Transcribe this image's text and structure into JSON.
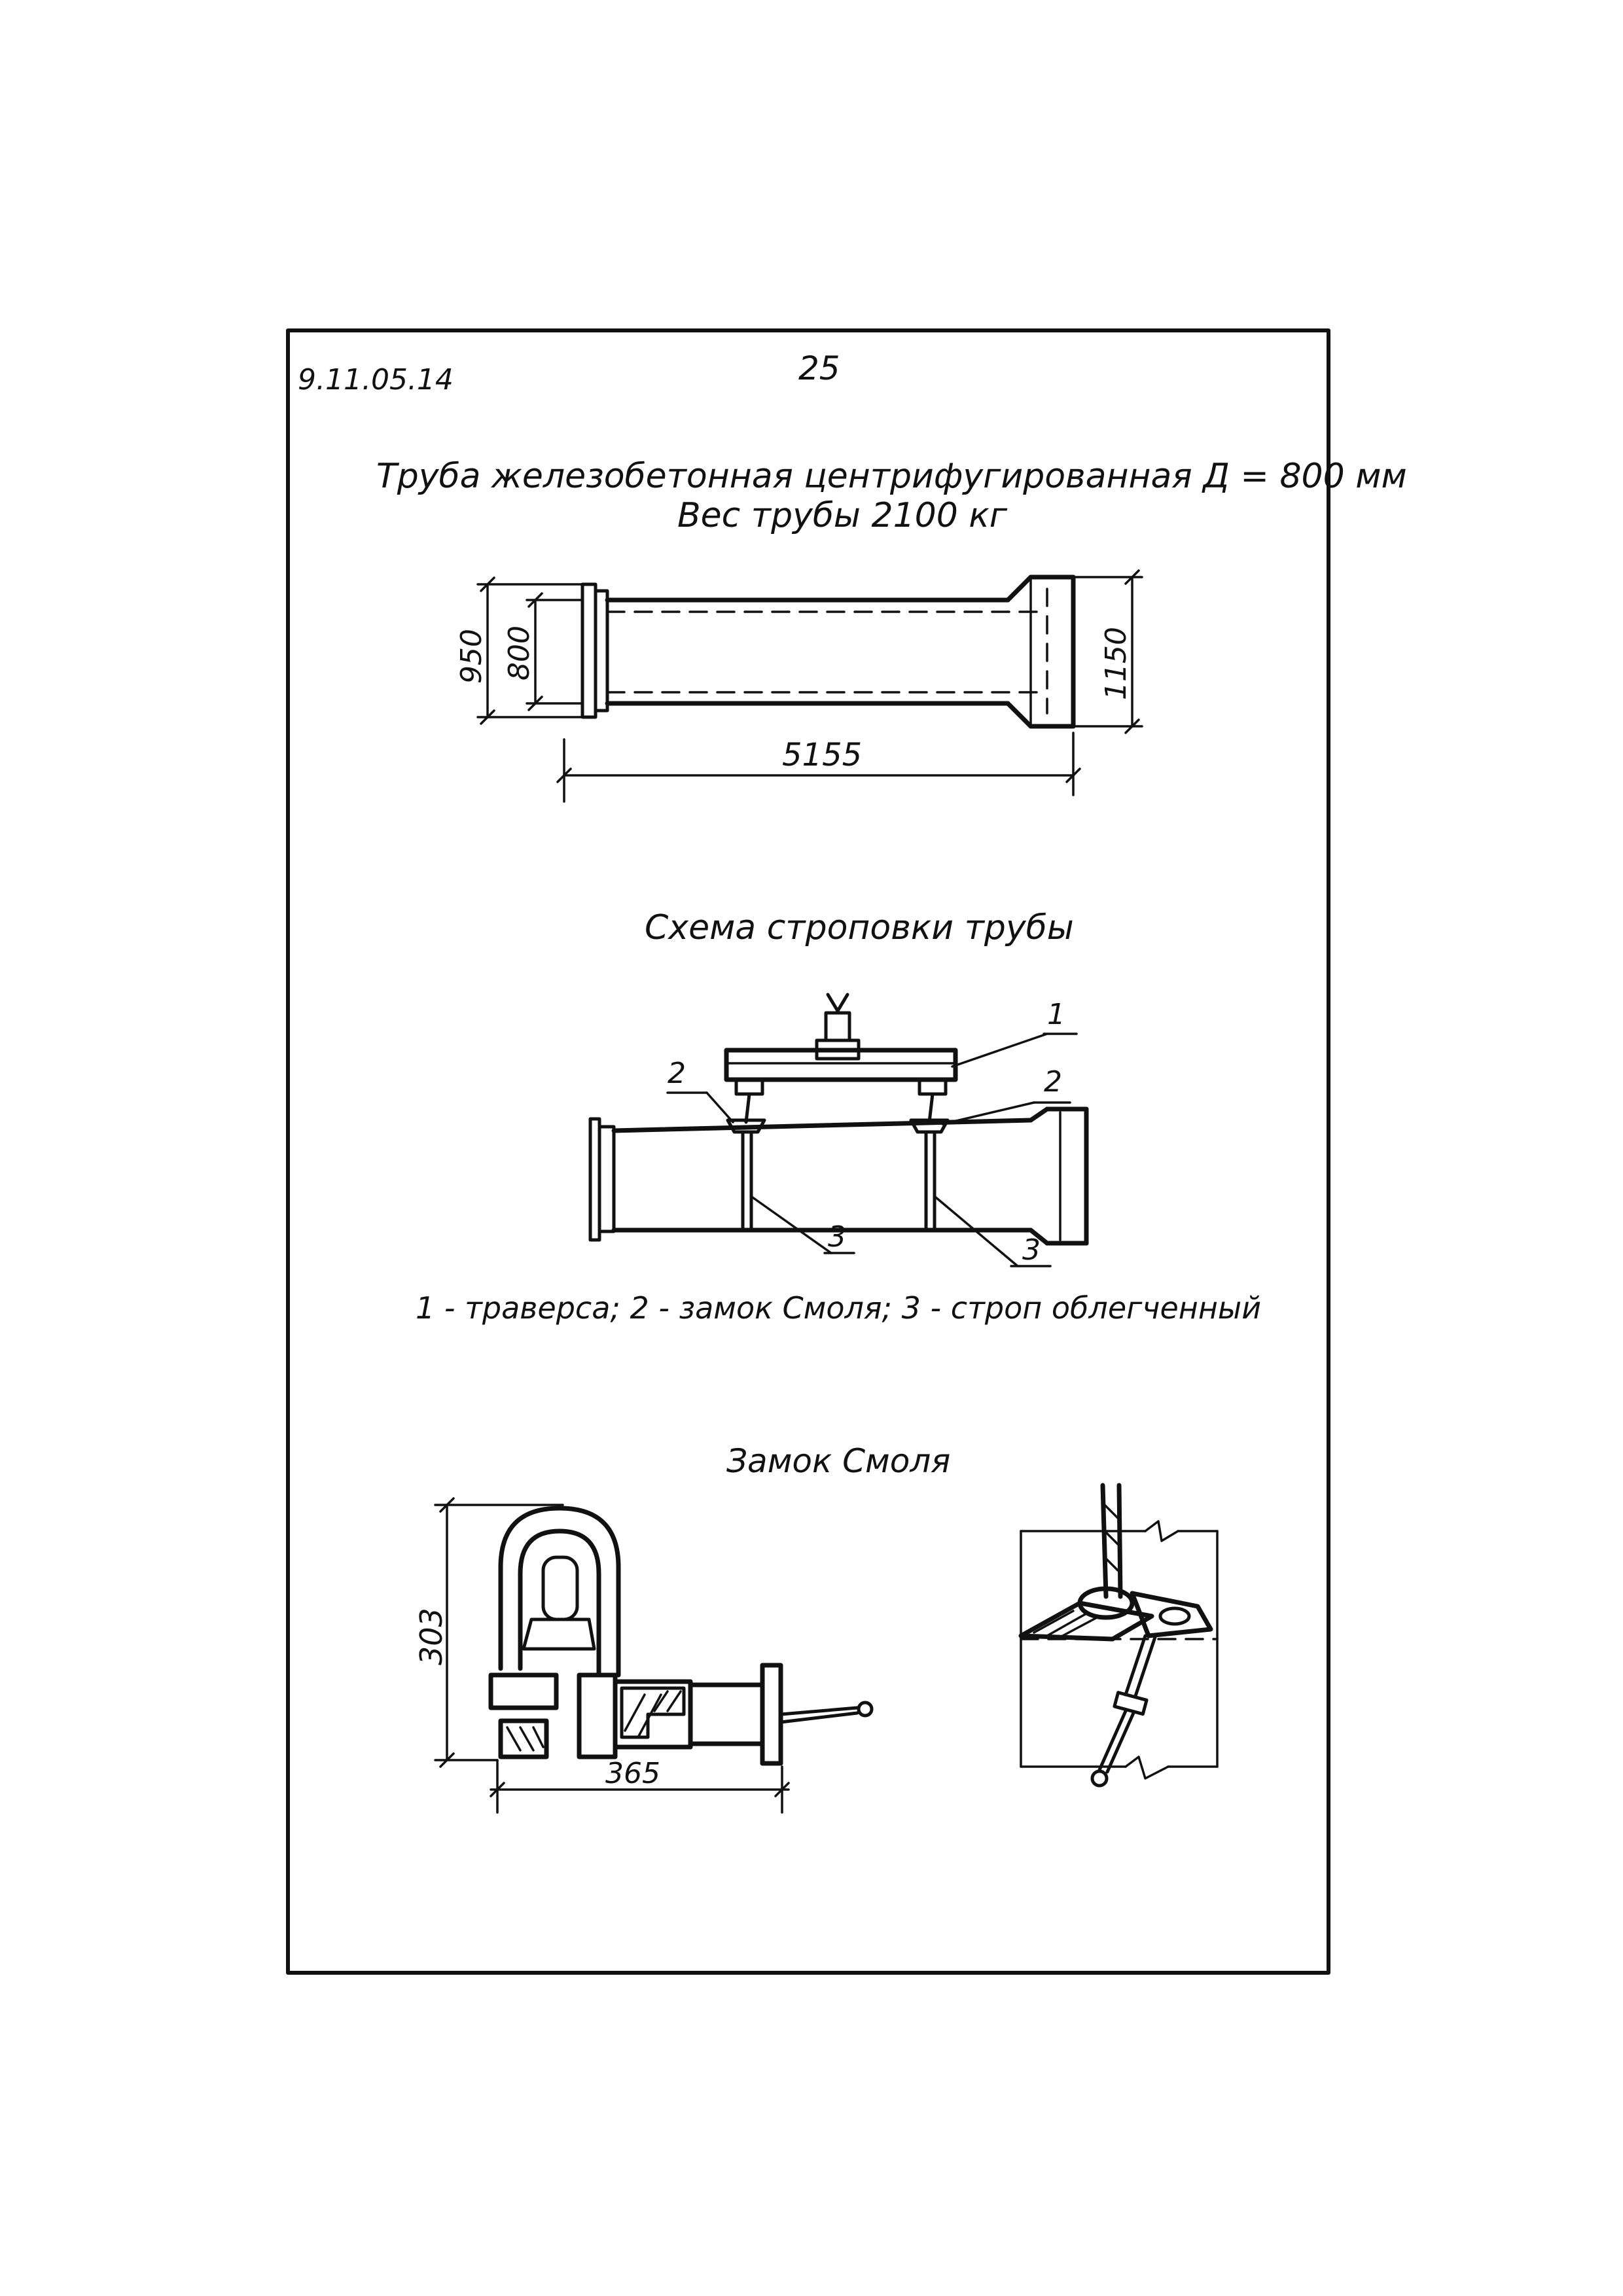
{
  "header": {
    "doc_code": "9.11.05.14",
    "page_number": "25"
  },
  "pipe_section": {
    "title": "Труба железобетонная центрифугированная Д = 800 мм",
    "subtitle": "Вес трубы 2100 кг",
    "dims": {
      "outer": "950",
      "inner": "800",
      "socket": "1150",
      "length": "5155"
    }
  },
  "slinging_section": {
    "title": "Схема строповки трубы",
    "labels": {
      "traverse": "1",
      "lock_left": "2",
      "lock_right": "2",
      "sling_left": "3",
      "sling_right": "3"
    },
    "legend": "1 - траверса; 2 - замок Смоля; 3 - строп облегченный"
  },
  "lock_section": {
    "title": "Замок Смоля",
    "dims": {
      "height": "303",
      "width": "365"
    }
  }
}
